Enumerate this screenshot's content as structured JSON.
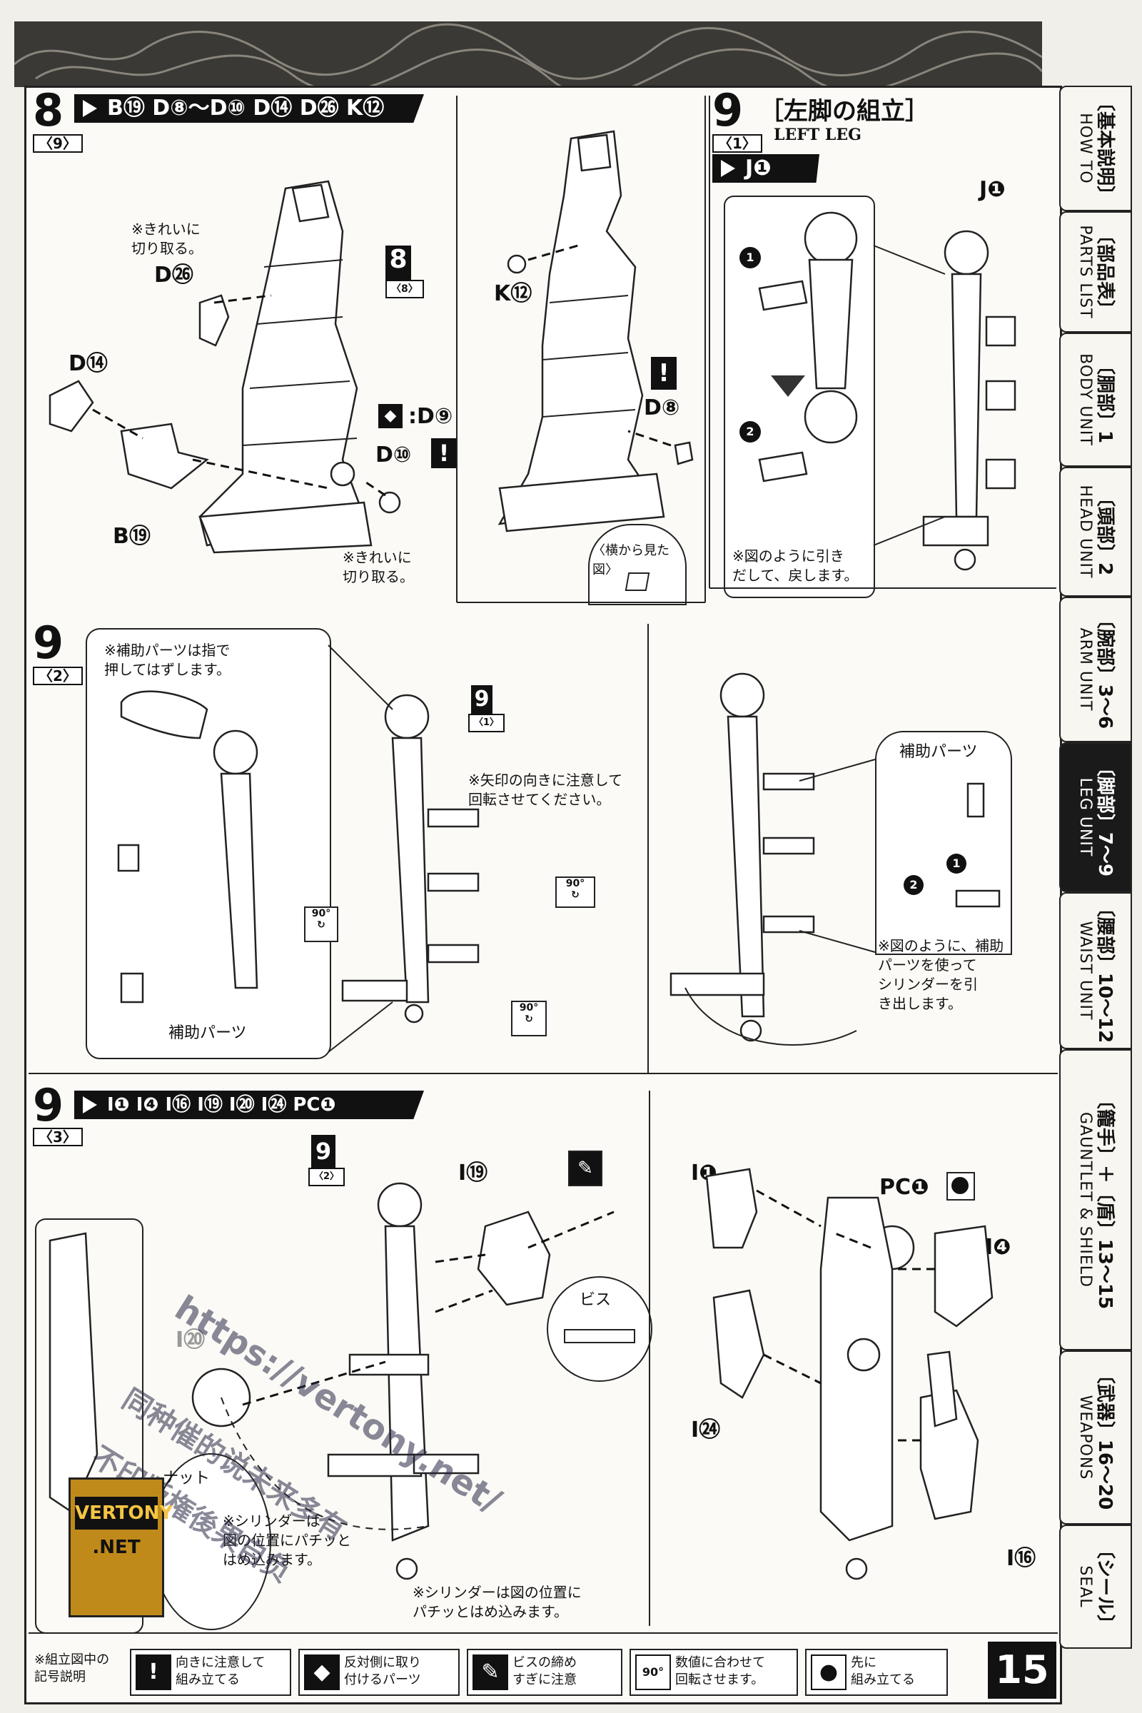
{
  "page_number": "15",
  "steps": {
    "s8": {
      "num": "8",
      "sub": "〈9〉",
      "parts": "B⑲ D⑧～D⑩ D⑭ D㉖ K⑫",
      "ref": "8",
      "ref_sub": "〈8〉",
      "note_cut1": "※きれいに\n切り取る。",
      "note_cut2": "※きれいに\n切り取る。",
      "label_d26": "D㉖",
      "label_d14": "D⑭",
      "label_b19": "B⑲",
      "label_d9": ":D⑨",
      "label_d10": "D⑩",
      "label_k12": "K⑫",
      "label_d8": "D⑧",
      "side_view": "〈横から見た図〉"
    },
    "s9_1": {
      "num": "9",
      "sub": "〈1〉",
      "title_jp": "［左脚の組立］",
      "title_en": "LEFT LEG",
      "parts": "J❶",
      "label_j1": "J❶",
      "note": "※図のように引き\nだして、戻します。"
    },
    "s9_2": {
      "num": "9",
      "sub": "〈2〉",
      "note_push": "※補助パーツは指で\n押してはずします。",
      "ref": "9",
      "ref_sub": "〈1〉",
      "note_rotate": "※矢印の向きに注意して\n回転させてください。",
      "label_aux1": "補助パーツ",
      "label_aux2": "補助パーツ",
      "note_pull": "※図のように、補助\nパーツを使って\nシリンダーを引\nき出します。",
      "deg": "90°"
    },
    "s9_3": {
      "num": "9",
      "sub": "〈3〉",
      "parts": "I❶ I❹ I⑯ I⑲ I⑳ I㉔ PC❶",
      "ref": "9",
      "ref_sub": "〈2〉",
      "label_i19": "I⑲",
      "label_screw": "ビス",
      "label_nut": "ナット",
      "label_i20": "I⑳",
      "note_cyl1": "※シリンダーは\n図の位置にパチッと\nはめ込みます。",
      "note_cyl2": "※シリンダーは図の位置に\nパチッとはめ込みます。",
      "label_i1": "I❶",
      "label_pc1": "PC❶",
      "label_i4": "I❹",
      "label_i24": "I㉔",
      "label_i16": "I⑯"
    }
  },
  "sidebar": [
    {
      "jp": "〔基本説明〕",
      "en": "HOW TO"
    },
    {
      "jp": "〔部品表〕",
      "en": "PARTS LIST"
    },
    {
      "jp": "〔胴部〕1",
      "en": "BODY UNIT"
    },
    {
      "jp": "〔頭部〕2",
      "en": "HEAD UNIT"
    },
    {
      "jp": "〔腕部〕3～6",
      "en": "ARM UNIT"
    },
    {
      "jp": "〔脚部〕7～9",
      "en": "LEG UNIT"
    },
    {
      "jp": "〔腰部〕10～12",
      "en": "WAIST UNIT"
    },
    {
      "jp": "〔籠手〕＋〔盾〕13～15",
      "en": "GAUNTLET & SHIELD"
    },
    {
      "jp": "〔武器〕16～20",
      "en": "WEAPONS"
    },
    {
      "jp": "〔シール〕",
      "en": "SEAL"
    }
  ],
  "legend": {
    "heading": "※組立図中の\n記号説明",
    "items": [
      {
        "icon": "!",
        "text": "向きに注意して\n組み立てる"
      },
      {
        "icon": "◆",
        "text": "反対側に取り\n付けるパーツ"
      },
      {
        "icon": "✎",
        "text": "ビスの締め\nすぎに注意"
      },
      {
        "icon": "90°",
        "text": "数値に合わせて\n回転させます。"
      },
      {
        "icon": "●",
        "text": "先に\n組み立てる"
      }
    ]
  },
  "watermark": {
    "url": "https://vertony.net/",
    "line2": "同种催的说未来多有",
    "line3": "不印版権後果自负",
    "logo_top": "VERTONY",
    "logo_bottom": ".NET"
  }
}
